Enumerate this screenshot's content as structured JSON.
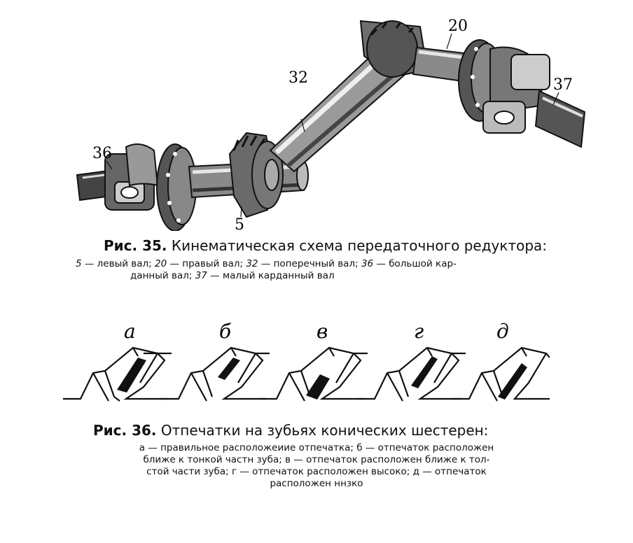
{
  "figure35": {
    "callouts": {
      "shaft_5": "5",
      "shaft_20": "20",
      "shaft_32": "32",
      "shaft_36": "36",
      "shaft_37": "37"
    },
    "caption_prefix": "Рис. 35.",
    "caption_text": "Кинематическая схема передаточного редуктора:",
    "legend_line1": [
      {
        "num": "5",
        "text": "— левый вал;"
      },
      {
        "num": "20",
        "text": "— правый вал;"
      },
      {
        "num": "32",
        "text": "— поперечный вал;"
      },
      {
        "num": "36",
        "text": "— большой кар-"
      }
    ],
    "legend_line2": [
      {
        "num": "",
        "text": "данный вал;"
      },
      {
        "num": "37",
        "text": "— малый карданный вал"
      }
    ]
  },
  "figure36": {
    "tooth_labels": [
      "а",
      "б",
      "в",
      "г",
      "д"
    ],
    "caption_prefix": "Рис. 36.",
    "caption_text": "Отпечатки на зубьях конических шестерен:",
    "legend_lines": [
      "а — правильное расположеиие отпечатка;  б — отпечаток расположен",
      "ближе к тонкой частн зуба;  в — отпечаток расположен ближе к тол-",
      "стой части зуба;  г — отпечаток расположен высоко;  д — отпечаток",
      "расположен ннзко"
    ]
  }
}
